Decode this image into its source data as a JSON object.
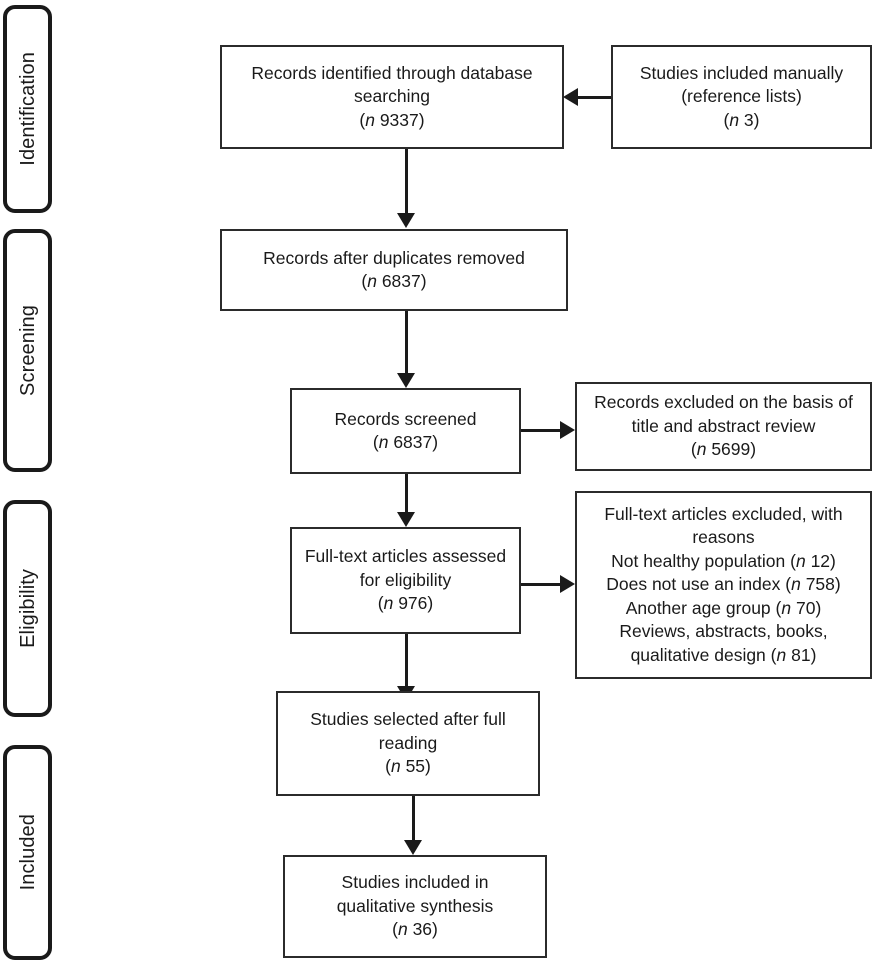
{
  "diagram": {
    "type": "prisma-flow-diagram",
    "stages": [
      {
        "id": "identification",
        "label": "Identification"
      },
      {
        "id": "screening",
        "label": "Screening"
      },
      {
        "id": "eligibility",
        "label": "Eligibility"
      },
      {
        "id": "included",
        "label": "Included"
      }
    ],
    "boxes": {
      "database_search": {
        "lines": [
          "Records identified through database",
          "searching"
        ],
        "count_prefix": "n",
        "count": "9337"
      },
      "manual_inclusion": {
        "lines": [
          "Studies included manually",
          "(reference lists)"
        ],
        "count_prefix": "n",
        "count": "3"
      },
      "duplicates_removed": {
        "lines": [
          "Records after duplicates removed"
        ],
        "count_prefix": "n",
        "count": "6837"
      },
      "records_screened": {
        "lines": [
          "Records screened"
        ],
        "count_prefix": "n",
        "count": "6837"
      },
      "records_excluded": {
        "lines": [
          "Records excluded on the basis of",
          "title and abstract review"
        ],
        "count_prefix": "n",
        "count": "5699"
      },
      "fulltext_assessed": {
        "lines": [
          "Full-text articles assessed",
          "for eligibility"
        ],
        "count_prefix": "n",
        "count": "976"
      },
      "fulltext_excluded": {
        "heading": [
          "Full-text articles excluded, with",
          "reasons"
        ],
        "reasons": [
          {
            "text": "Not healthy population",
            "count_prefix": "n",
            "count": "12"
          },
          {
            "text": "Does not use an index",
            "count_prefix": "n",
            "count": "758"
          },
          {
            "text": "Another age group",
            "count_prefix": "n",
            "count": "70"
          },
          {
            "text": "Reviews, abstracts, books,",
            "continuation": "qualitative design",
            "count_prefix": "n",
            "count": "81"
          }
        ]
      },
      "studies_selected": {
        "lines": [
          "Studies selected after full",
          "reading"
        ],
        "count_prefix": "n",
        "count": "55"
      },
      "studies_included": {
        "lines": [
          "Studies included in",
          "qualitative synthesis"
        ],
        "count_prefix": "n",
        "count": "36"
      }
    },
    "colors": {
      "line": "#1a1a1a",
      "box_border": "#2b2b2b",
      "background": "#ffffff",
      "text": "#1a1a1a"
    }
  }
}
